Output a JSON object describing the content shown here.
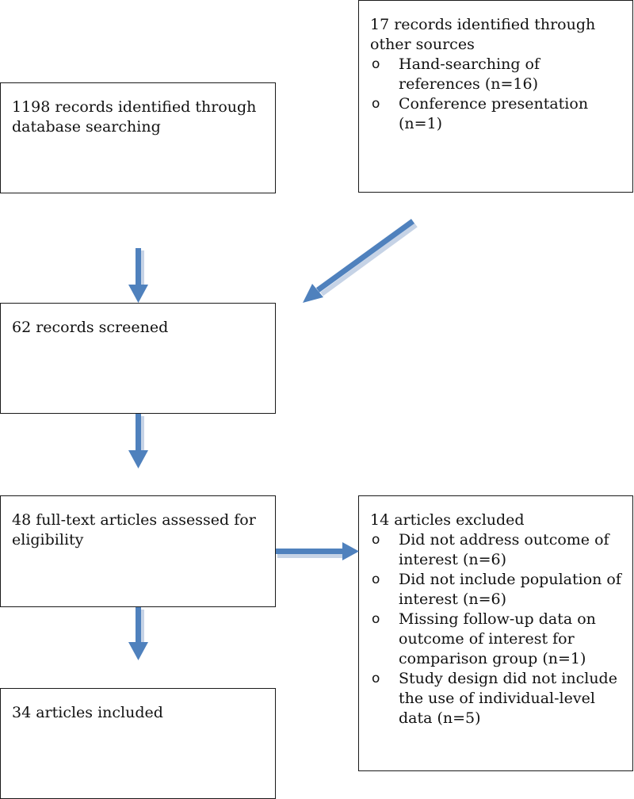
{
  "boxes": {
    "database": {
      "text": "1198 records identified through database searching"
    },
    "other_sources": {
      "text": "17 records identified through other sources",
      "items": [
        "Hand-searching of references (n=16)",
        "Conference presentation (n=1)"
      ]
    },
    "screened": {
      "text": "62 records screened"
    },
    "full_text": {
      "text": "48 full-text articles assessed for eligibility"
    },
    "excluded": {
      "text": "14 articles excluded",
      "items": [
        "Did not address outcome of interest (n=6)",
        "Did not include population of interest (n=6)",
        "Missing follow-up data on outcome of interest for comparison group (n=1)",
        "Study design did not include the use of individual-level data (n=5)"
      ]
    },
    "included": {
      "text": "34 articles included"
    }
  },
  "bullet_glyph": "o",
  "colors": {
    "arrow": "#4f81bd",
    "arrow_shadow": "#c6d3e6",
    "border": "#1a1a1a"
  }
}
